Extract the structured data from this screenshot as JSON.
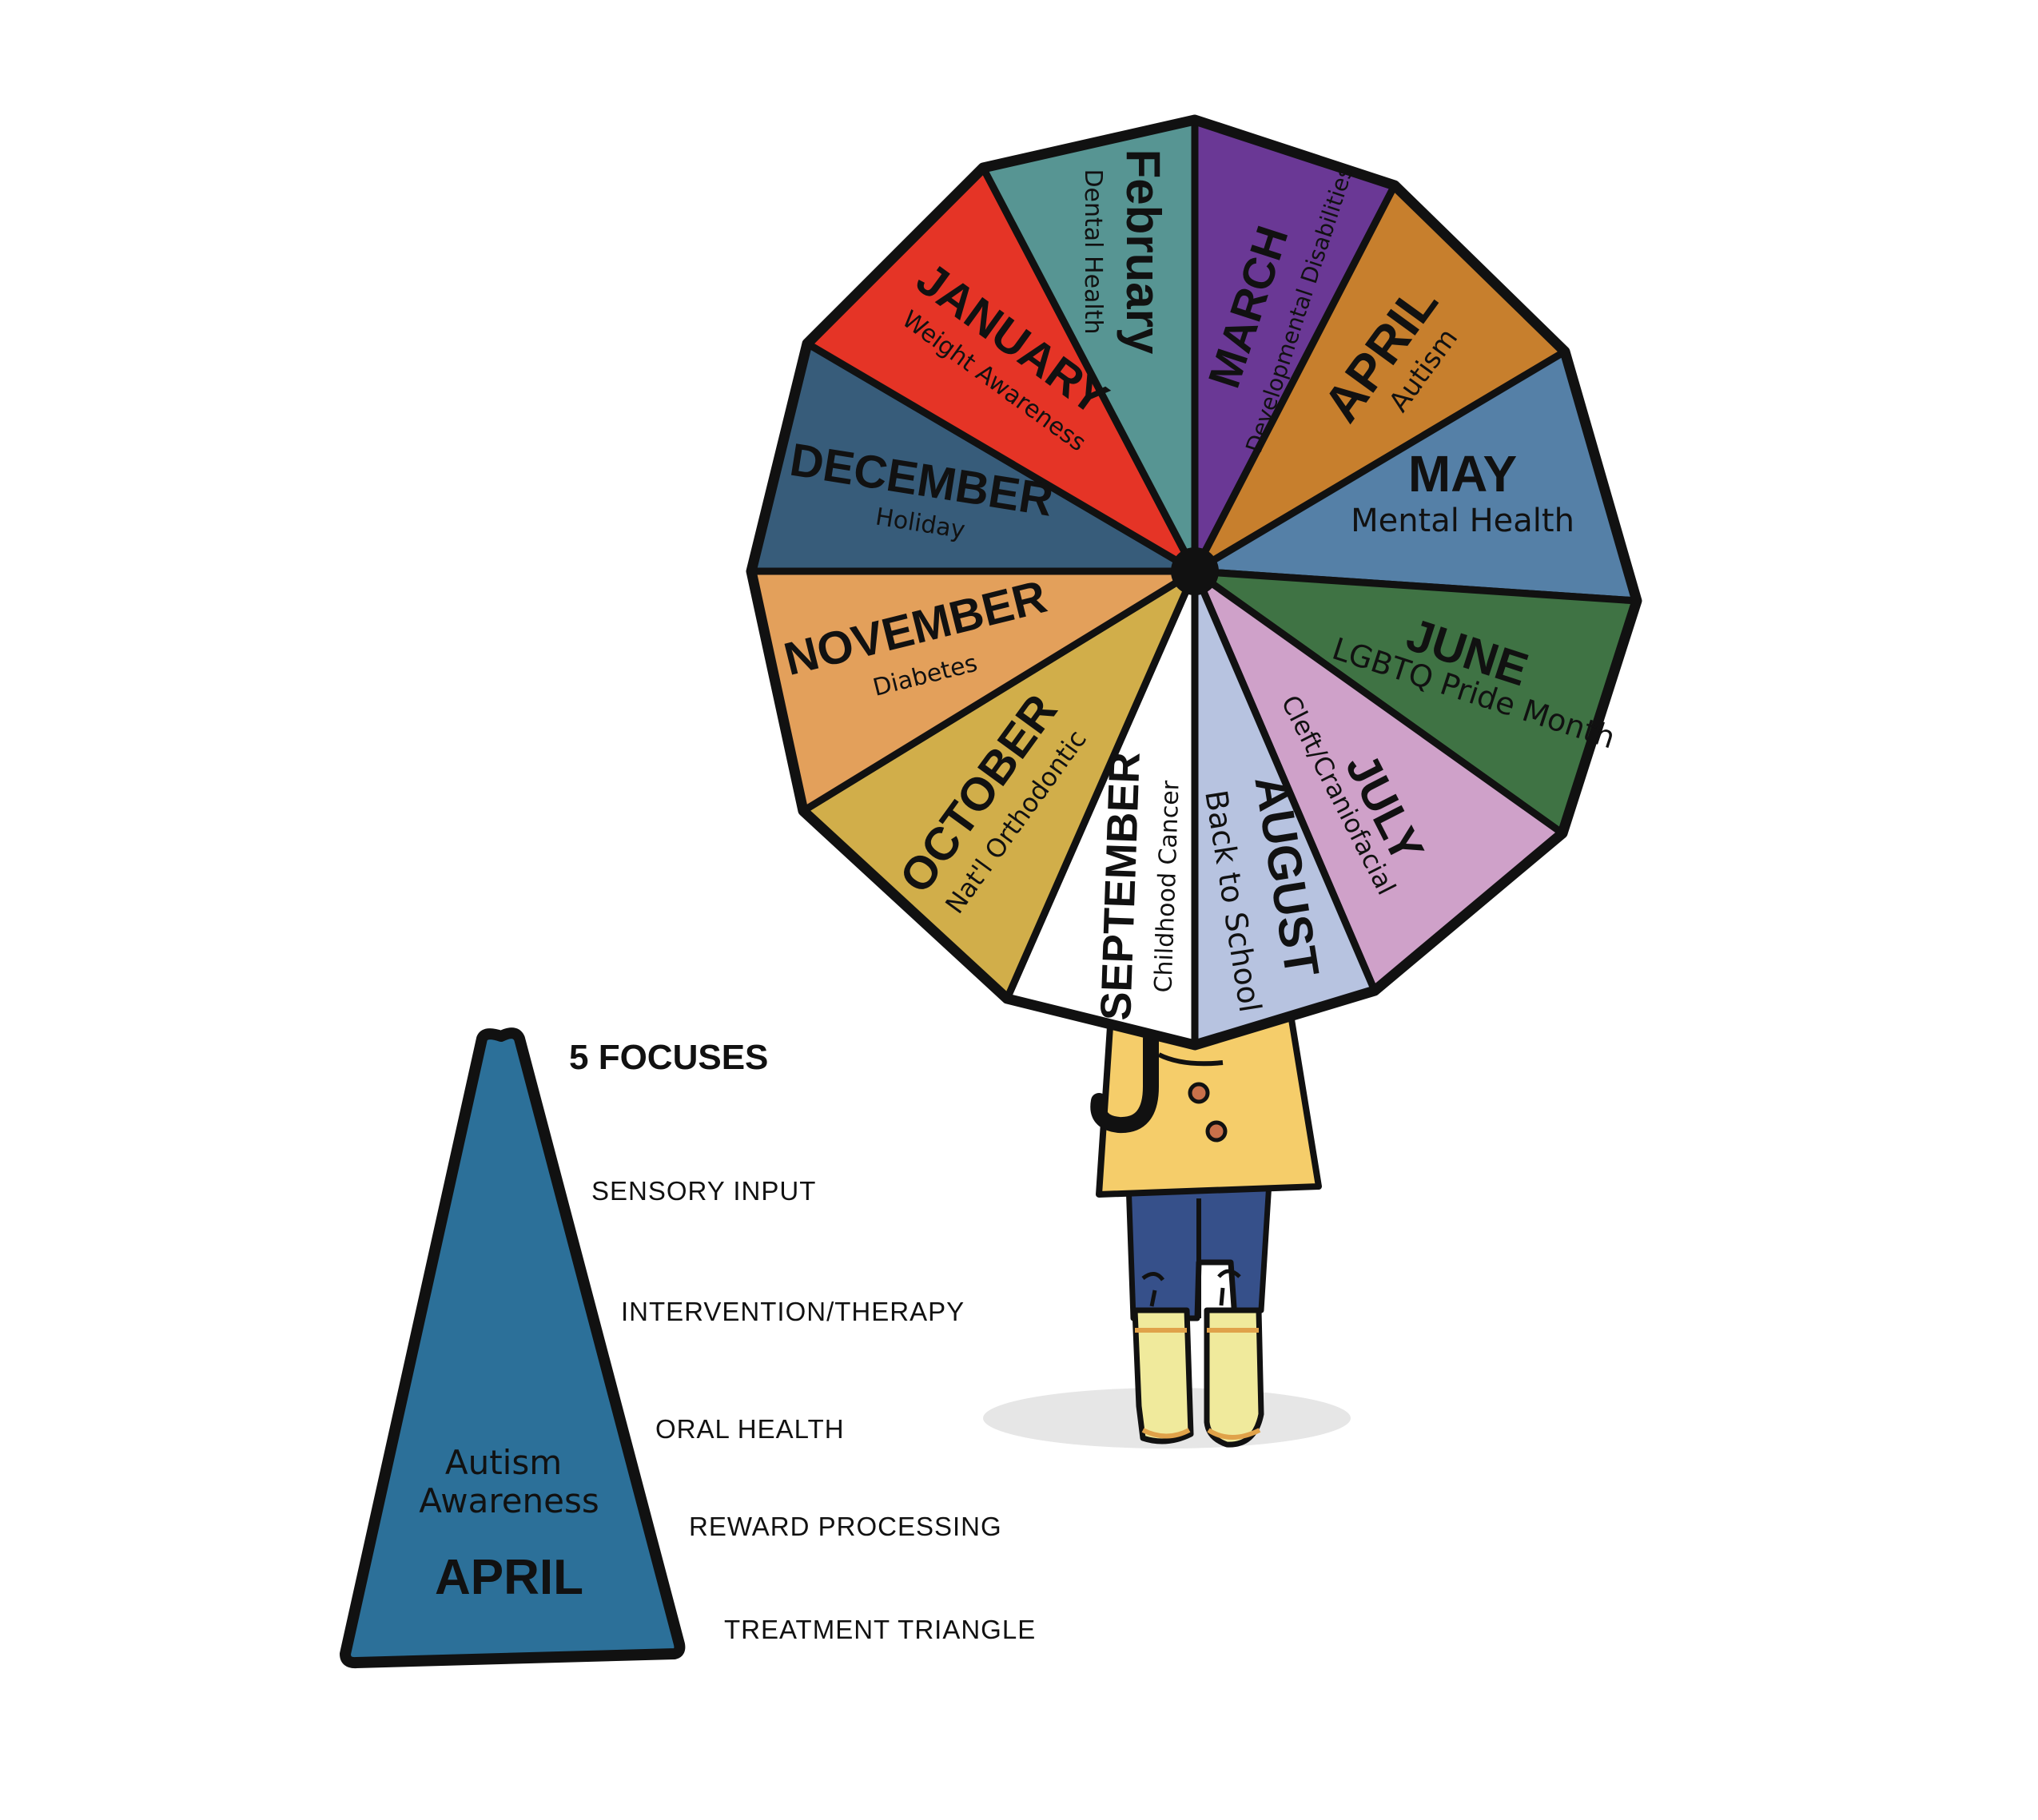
{
  "umbrella": {
    "segments": [
      {
        "month": "January",
        "label": "JANUARY",
        "theme": "Weight Awareness",
        "color": "#579593"
      },
      {
        "month": "February",
        "label": "February",
        "theme": "Dental Health",
        "color": "#6a3895"
      },
      {
        "month": "March",
        "label": "MARCH",
        "theme": "Developmental Disabilities",
        "color": "#c77f2d"
      },
      {
        "month": "April",
        "label": "APRIL",
        "theme": "Autism",
        "color": "#5580a7"
      },
      {
        "month": "May",
        "label": "MAY",
        "theme": "Mental Health",
        "color": "#3f7344"
      },
      {
        "month": "June",
        "label": "JUNE",
        "theme": "LGBTQ Pride Month",
        "color": "#cfa1c9"
      },
      {
        "month": "July",
        "label": "JULY",
        "theme": "Cleft/Craniofacial",
        "color": "#b7c3e0"
      },
      {
        "month": "August",
        "label": "AUGUST",
        "theme": "Back to School",
        "color": "#ffffff"
      },
      {
        "month": "September",
        "label": "SEPTEMBER",
        "theme": "Childhood Cancer",
        "color": "#d1ae4a"
      },
      {
        "month": "October",
        "label": "OCTOBER",
        "theme": "Nat'l Orthodontic",
        "color": "#e3a05b"
      },
      {
        "month": "November",
        "label": "NOVEMBER",
        "theme": "Diabetes",
        "color": "#375c7a"
      },
      {
        "month": "December",
        "label": "DECEMBER",
        "theme": "Holiday",
        "color": "#e53426"
      }
    ]
  },
  "triangle": {
    "subtitle_line1": "Autism",
    "subtitle_line2": "Awareness",
    "month": "APRIL",
    "color": "#2c7099"
  },
  "focuses": {
    "title": "5 FOCUSES",
    "items": [
      "SENSORY INPUT",
      "INTERVENTION/THERAPY",
      "ORAL HEALTH",
      "REWARD PROCESSING",
      "TREATMENT TRIANGLE"
    ]
  },
  "figure": {
    "coat_color": "#f5cd6a",
    "pants_color": "#36508a",
    "boots_color": "#f0ea9c"
  }
}
